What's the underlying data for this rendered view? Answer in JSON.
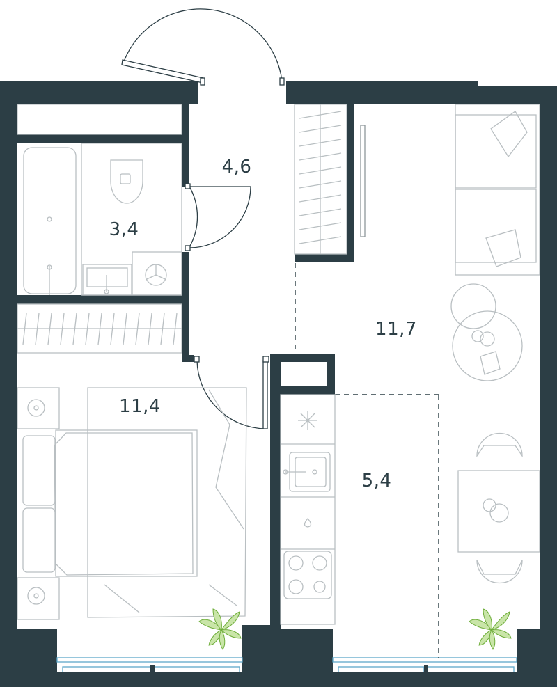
{
  "rooms": [
    {
      "id": "hall",
      "area": "4,6"
    },
    {
      "id": "bathroom",
      "area": "3,4"
    },
    {
      "id": "living",
      "area": "11,7"
    },
    {
      "id": "bedroom",
      "area": "11,4"
    },
    {
      "id": "kitchen",
      "area": "5,4"
    }
  ],
  "colors": {
    "wall": "#2c3e45",
    "furniture_line": "#b9bfc2",
    "window": "#5fa8c9",
    "plant": "#6fae3b"
  },
  "icons": [
    "toilet-icon",
    "bathtub-icon",
    "sink-icon",
    "washing-machine-icon",
    "bed-icon",
    "sofa-icon",
    "round-table-icon",
    "dining-table-icon",
    "stove-icon",
    "plant-icon",
    "wardrobe-icon"
  ]
}
